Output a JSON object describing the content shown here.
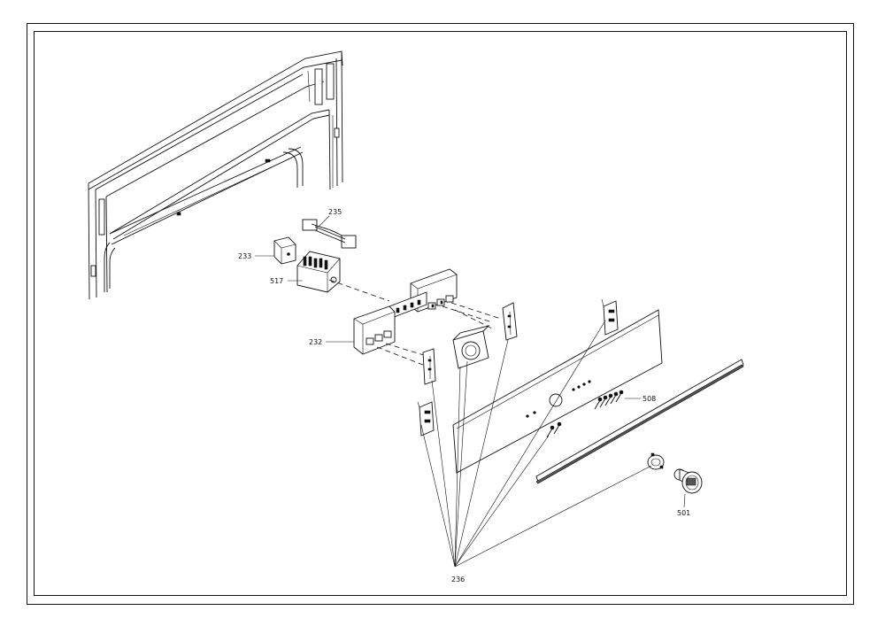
{
  "diagram": {
    "callouts": {
      "p235": "235",
      "p233": "233",
      "p517": "517",
      "p232": "232",
      "p508": "508",
      "p501": "501",
      "p236": "236"
    }
  }
}
